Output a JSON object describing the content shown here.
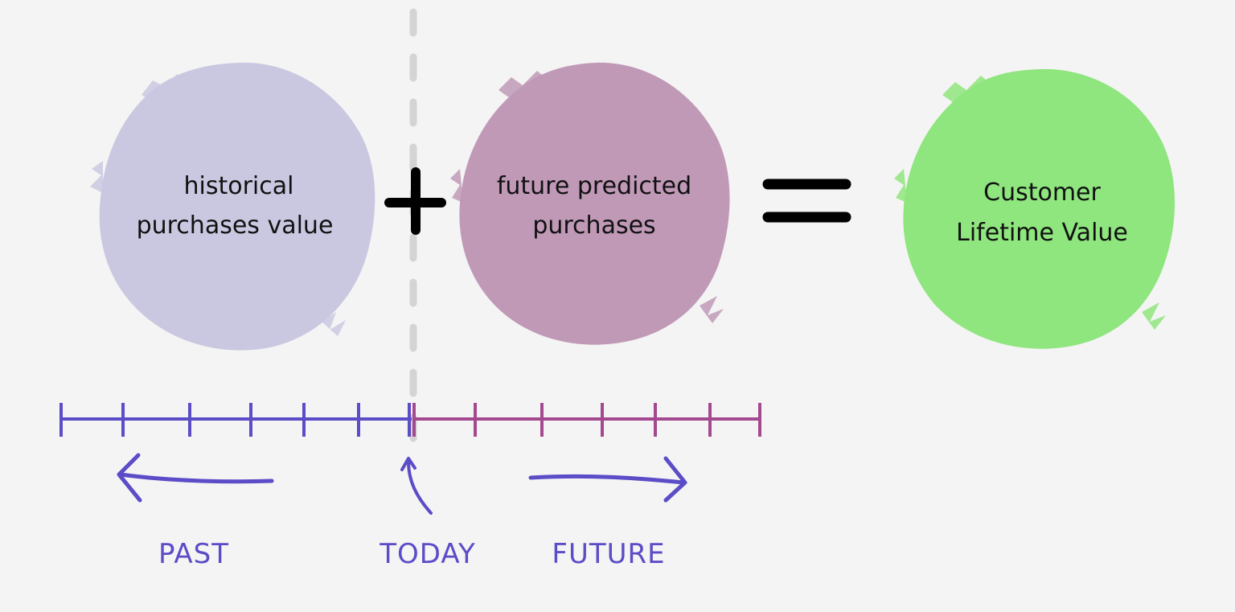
{
  "colors": {
    "background": "#f4f4f4",
    "historical_fill": "#cac8e1",
    "future_fill": "#c099b7",
    "clv_fill": "#8fe57e",
    "operator": "#000000",
    "divider": "#d4d4d4",
    "past_line": "#5b4cc7",
    "future_line": "#a3498f",
    "label": "#5b4cc7"
  },
  "equation": {
    "historical": {
      "line1": "historical",
      "line2": "purchases value"
    },
    "plus": "+",
    "future": {
      "line1": "future predicted",
      "line2": "purchases"
    },
    "equals": "=",
    "result": {
      "line1": "Customer",
      "line2": "Lifetime Value"
    }
  },
  "timeline": {
    "past_label": "PAST",
    "today_label": "TODAY",
    "future_label": "FUTURE"
  }
}
